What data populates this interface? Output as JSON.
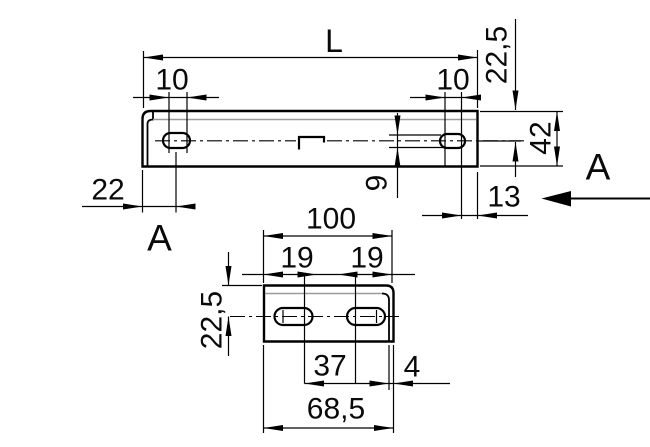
{
  "dimensions": {
    "top_view": {
      "length": "L",
      "left_slot_width": "10",
      "right_slot_width": "10",
      "top_to_slot_center": "22,5",
      "height": "42",
      "slot_width": "9",
      "left_edge_to_slot": "22",
      "slot_to_right_edge": "13"
    },
    "bottom_view": {
      "width": "100",
      "left_slot_pitch": "19",
      "right_slot_pitch": "19",
      "top_to_slot_center": "22,5",
      "slot_to_flange": "37",
      "flange_thickness": "4",
      "slot_to_edge": "68,5"
    },
    "section": {
      "label_left": "A",
      "label_right": "A"
    }
  }
}
